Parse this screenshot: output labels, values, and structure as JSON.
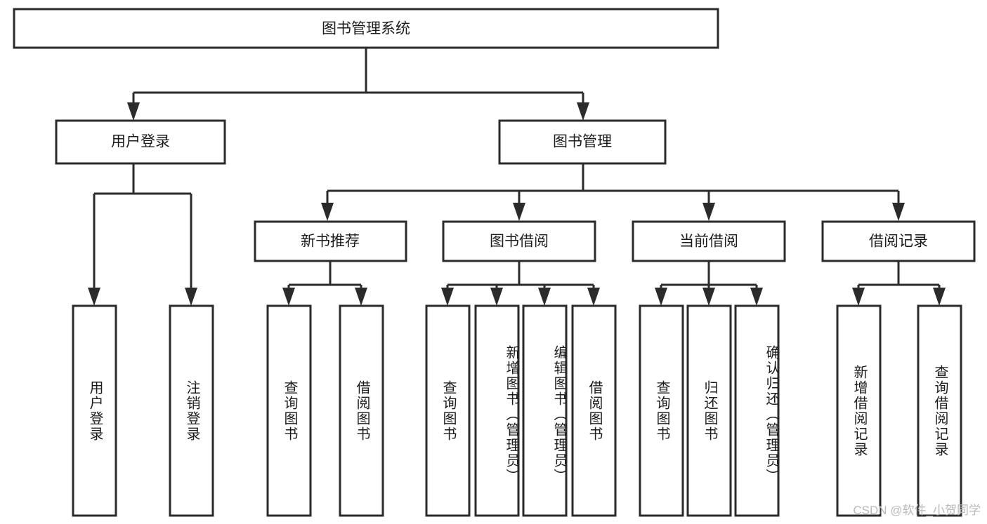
{
  "diagram": {
    "title": "图书管理系统",
    "type": "tree-hierarchy",
    "root": {
      "label": "图书管理系统"
    },
    "level1": [
      {
        "label": "用户登录"
      },
      {
        "label": "图书管理"
      }
    ],
    "level2": [
      {
        "label": "新书推荐",
        "parent": "图书管理"
      },
      {
        "label": "图书借阅",
        "parent": "图书管理"
      },
      {
        "label": "当前借阅",
        "parent": "图书管理"
      },
      {
        "label": "借阅记录",
        "parent": "图书管理"
      }
    ],
    "leaves": {
      "user_login": [
        {
          "label": "用户登录"
        },
        {
          "label": "注销登录"
        }
      ],
      "new_book_recommend": [
        {
          "label": "查询图书"
        },
        {
          "label": "借阅图书"
        }
      ],
      "book_borrow": [
        {
          "label": "查询图书"
        },
        {
          "label": "新增图书（管理员）"
        },
        {
          "label": "编辑图书（管理员）"
        },
        {
          "label": "借阅图书"
        }
      ],
      "current_borrow": [
        {
          "label": "查询图书"
        },
        {
          "label": "归还图书"
        },
        {
          "label": "确认归还（管理员）"
        }
      ],
      "borrow_record": [
        {
          "label": "新增借阅记录"
        },
        {
          "label": "查询借阅记录"
        }
      ]
    }
  },
  "watermark": {
    "text": "CSDN @软件_小贺同学"
  },
  "colors": {
    "stroke": "#2b2b2b",
    "fill": "#ffffff",
    "text": "#1c1c1c",
    "watermark": "#b9b9b9",
    "background": "#ffffff"
  }
}
